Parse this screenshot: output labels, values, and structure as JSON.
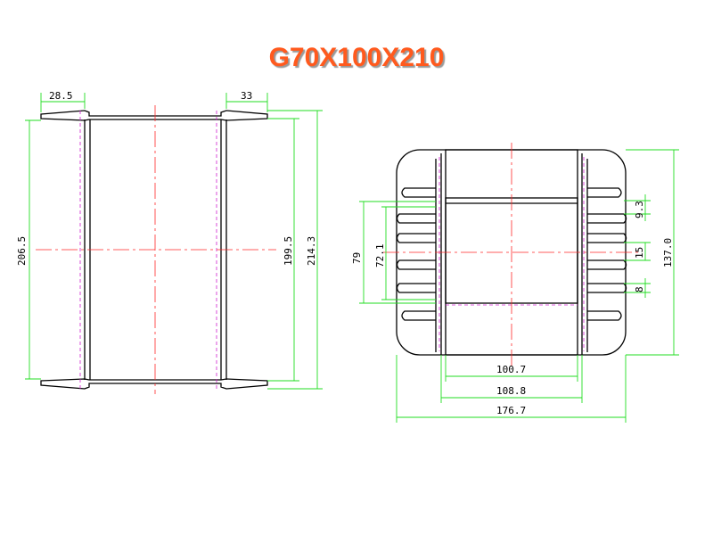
{
  "title": "G70X100X210",
  "colors": {
    "title": "#ff5a1e",
    "dimension": "#22dd22",
    "centerline": "#ff2a2a",
    "hidden": "#d020d0",
    "outline": "#000000"
  },
  "side_view": {
    "flange_left": "28.5",
    "flange_right": "33",
    "outer_height": "206.5",
    "inner_height": "199.5",
    "total_height": "214.3"
  },
  "front_view": {
    "window_outer": "79",
    "window_inner": "72.1",
    "fin_pitch": "9.3",
    "slot_pitch": "15",
    "fin_thickness": "8",
    "total_height": "137.0",
    "core_width": "100.7",
    "core_outer_width": "108.8",
    "total_width": "176.7"
  }
}
